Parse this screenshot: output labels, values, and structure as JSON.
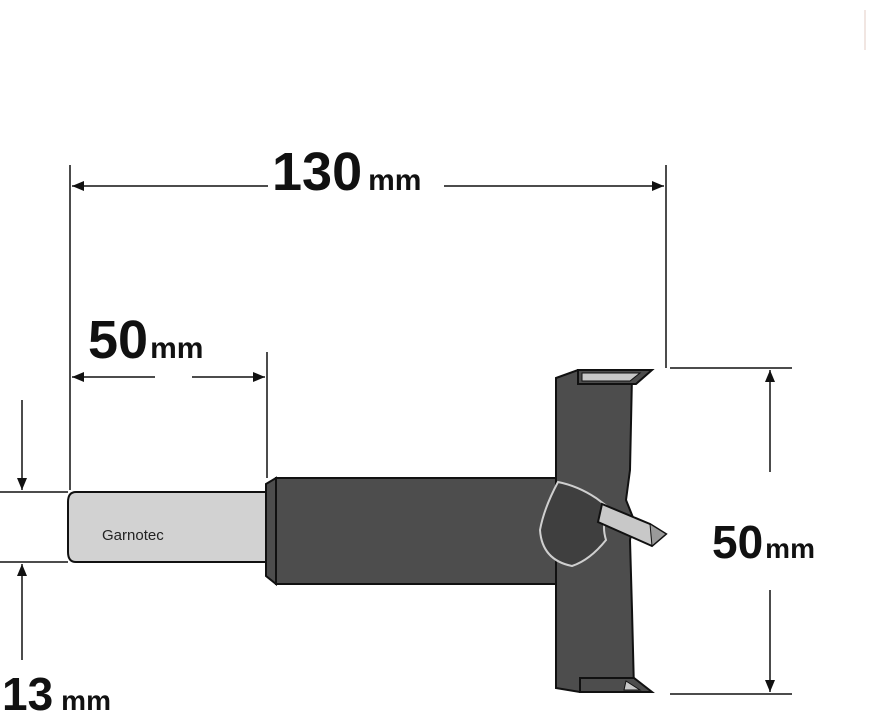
{
  "dimensions": {
    "overall_length": {
      "value": "130",
      "unit": "mm"
    },
    "shank_length": {
      "value": "50",
      "unit": "mm"
    },
    "cutting_diameter": {
      "value": "50",
      "unit": "mm"
    },
    "shank_diameter": {
      "value": "13",
      "unit": "mm"
    }
  },
  "brand_label": "Garnotec",
  "colors": {
    "body": "#4d4d4d",
    "shank": "#d2d2d2",
    "line": "#111111",
    "tip": "#c8c8c8"
  }
}
